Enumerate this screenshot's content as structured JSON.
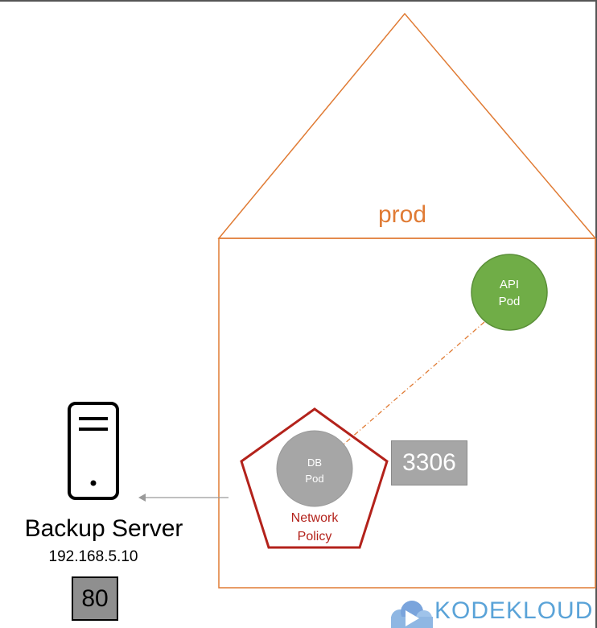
{
  "namespace": {
    "label": "prod"
  },
  "api_pod": {
    "line1": "API",
    "line2": "Pod"
  },
  "db_pod": {
    "line1": "DB",
    "line2": "Pod"
  },
  "network_policy": {
    "line1": "Network",
    "line2": "Policy"
  },
  "db_port": {
    "value": "3306"
  },
  "backup_server": {
    "name": "Backup Server",
    "ip": "192.168.5.10",
    "port": "80"
  },
  "brand": {
    "text": "KODEKLOUD"
  },
  "colors": {
    "namespace": "#e07b34",
    "api_pod": "#70ad47",
    "db_pod": "#a6a6a6",
    "network_policy": "#b3221b",
    "brand": "#5aa3d8"
  },
  "icons": {
    "server": "server-icon",
    "cloud": "kodekloud-cloud-icon"
  }
}
